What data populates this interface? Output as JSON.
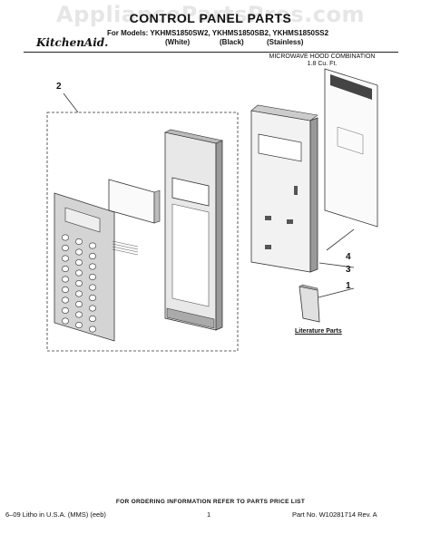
{
  "watermark": "AppliancePartsPros.com",
  "title": "CONTROL PANEL PARTS",
  "models_line": "For Models: YKHMS1850SW2, YKHMS1850SB2, YKHMS1850SS2",
  "brand": "KitchenAid.",
  "variants": [
    "(White)",
    "(Black)",
    "(Stainless)"
  ],
  "product_type": "MICROWAVE HOOD COMBINATION",
  "capacity": "1.8 Cu. Ft.",
  "callouts": [
    "2",
    "4",
    "3",
    "1"
  ],
  "literature_label": "Literature Parts",
  "ordering_note": "FOR ORDERING INFORMATION REFER TO PARTS PRICE LIST",
  "footer": {
    "left": "6–09 Litho in U.S.A. (MMS) (eeb)",
    "page": "1",
    "right": "Part No. W10281714 Rev. A"
  }
}
